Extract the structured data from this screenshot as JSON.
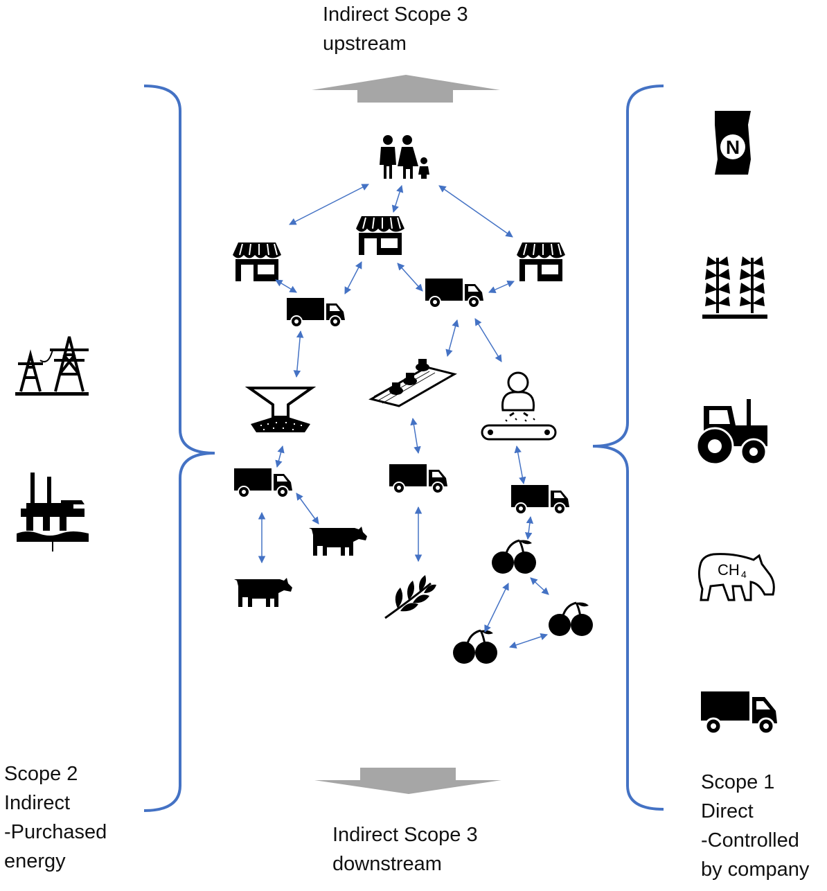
{
  "labels": {
    "scope3_upstream": [
      "Indirect Scope 3",
      "upstream"
    ],
    "scope3_downstream": [
      "Indirect Scope 3",
      "downstream"
    ],
    "scope2": [
      "Scope 2",
      "Indirect",
      "-Purchased",
      "energy"
    ],
    "scope1": [
      "Scope 1",
      "Direct",
      "-Controlled",
      "by company"
    ],
    "methane_formula": "CH",
    "methane_subscript": "4",
    "fertilizer_letter": "N"
  },
  "icons": {
    "scope2_sources": [
      "power-transmission-tower-icon",
      "offshore-oil-rig-icon"
    ],
    "scope1_sources": [
      "fertilizer-bag-icon",
      "wheat-crop-icon",
      "tractor-icon",
      "methane-cow-icon",
      "delivery-truck-icon"
    ],
    "supply_chain": [
      "family-consumer-icon",
      "shop-icon",
      "delivery-truck-icon",
      "flour-mill-icon",
      "food-conveyor-icon",
      "factory-worker-icon",
      "cow-icon",
      "wheat-sprig-icon",
      "cherry-icon"
    ]
  },
  "colors": {
    "bracket": "#4472c4",
    "flow_arrow": "#4472c4",
    "scope3_arrow": "#a6a6a6",
    "icon": "#000000"
  }
}
